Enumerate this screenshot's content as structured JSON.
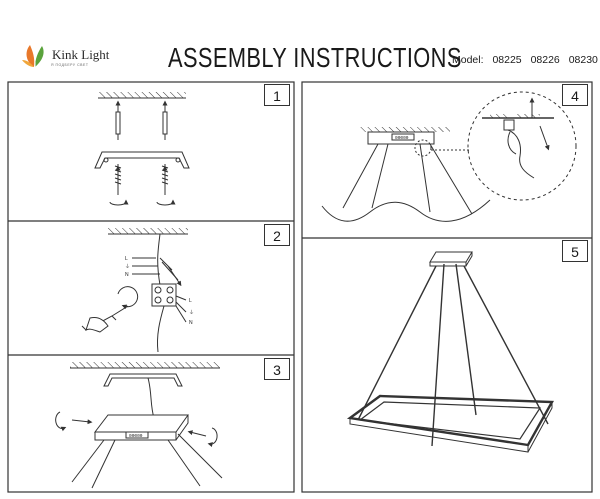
{
  "brand": {
    "name": "Kink Light",
    "tagline": "Я ПОДБЕРУ СВЕТ"
  },
  "title": "ASSEMBLY INSTRUCTIONS",
  "model": {
    "label": "Model:",
    "numbers": [
      "08225",
      "08226",
      "08230"
    ]
  },
  "steps": [
    {
      "number": "1"
    },
    {
      "number": "2",
      "wire_labels": [
        "L",
        "⏚",
        "N"
      ],
      "terminal_labels": [
        "L",
        "⏚",
        "N"
      ]
    },
    {
      "number": "3",
      "display": "00000"
    },
    {
      "number": "4",
      "display": "00000"
    },
    {
      "number": "5"
    }
  ],
  "colors": {
    "line": "#333333",
    "text": "#1a1a1a",
    "logo_orange": "#e8782a",
    "logo_green": "#5aa33c"
  }
}
